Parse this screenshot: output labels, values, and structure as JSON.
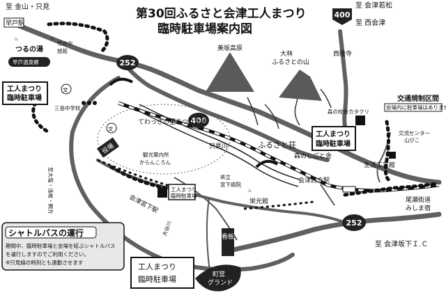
{
  "title": {
    "line1": "第30回ふるさと会津工人まつり",
    "line2": "臨時駐車場案内図"
  },
  "directions": {
    "kaneyama": "至 金山・只見",
    "aizuwakamatsu": "至 会津若松",
    "nishiaizu": "至 西会津",
    "ooshiokita": "至大塩・浅岐・関方",
    "aizubange": "至 会津坂下Ｉ.Ｃ"
  },
  "routes": {
    "r252_top": "252",
    "r400_main": "400",
    "r400_top": "400",
    "r252_bottom": "252"
  },
  "places": {
    "hayato_ekimae": "早戸駅",
    "tsuruno_yu": "つるの湯",
    "takenoya_line1": "竹のや",
    "takenoya_line2": "旅館",
    "hayato_onsen": "早戸温泉郷",
    "mt_misaka": "美坂高原",
    "oobayashi_line1": "大林",
    "oobayashi_line2": "ふるさとの山",
    "saiyoji": "西隆寺",
    "mori_no_kura": "森の校舎カタクリ",
    "sanjima_jh": "三島中学校",
    "tewassa": "てわっさの里まつり会場",
    "kanko_line1": "観光案内所",
    "kanko_line2": "からんころん",
    "yakuba": "役場",
    "tadami_river": "只見川",
    "furusatoso": "ふるさと荘",
    "mori_no_shigoto": "森のしごと舎",
    "kenritsu_line1": "県立",
    "kenritsu_line2": "宮下病院",
    "joukoukan": "栄光館",
    "aizunishikata": "会津西方駅",
    "aizumiyashita": "会津宮下駅",
    "seikatsu_kogei": "生活工芸館",
    "koryu_line1": "交流センター",
    "koryu_line2": "山びこ",
    "bijo_line1": "尾瀬街道",
    "bijo_line2": "みしま宿",
    "kanban": "看板",
    "ooya": "大谷川",
    "machiei_line1": "町営",
    "machiei_line2": "グランド"
  },
  "parking_lots": {
    "lot1_line1": "工人まつり",
    "lot1_line2": "臨時駐車場",
    "lot2_line1": "工人まつり",
    "lot2_line2": "臨時駐車場",
    "lot3_line1": "工人まつり",
    "lot3_line2": "臨時駐車場",
    "lot4_line1": "工人まつり",
    "lot4_line2": "臨時駐車場"
  },
  "traffic": {
    "title": "交通規制区間",
    "note": "会場内に駐車場はありません"
  },
  "shuttle": {
    "title": "シャトルバスの運行",
    "line1": "期間中、臨時駐車場と会場を結ぶシャトルバス",
    "line2": "を運行しますのでご利用ください。",
    "line3": "※只見線の時刻とも連動させます"
  }
}
